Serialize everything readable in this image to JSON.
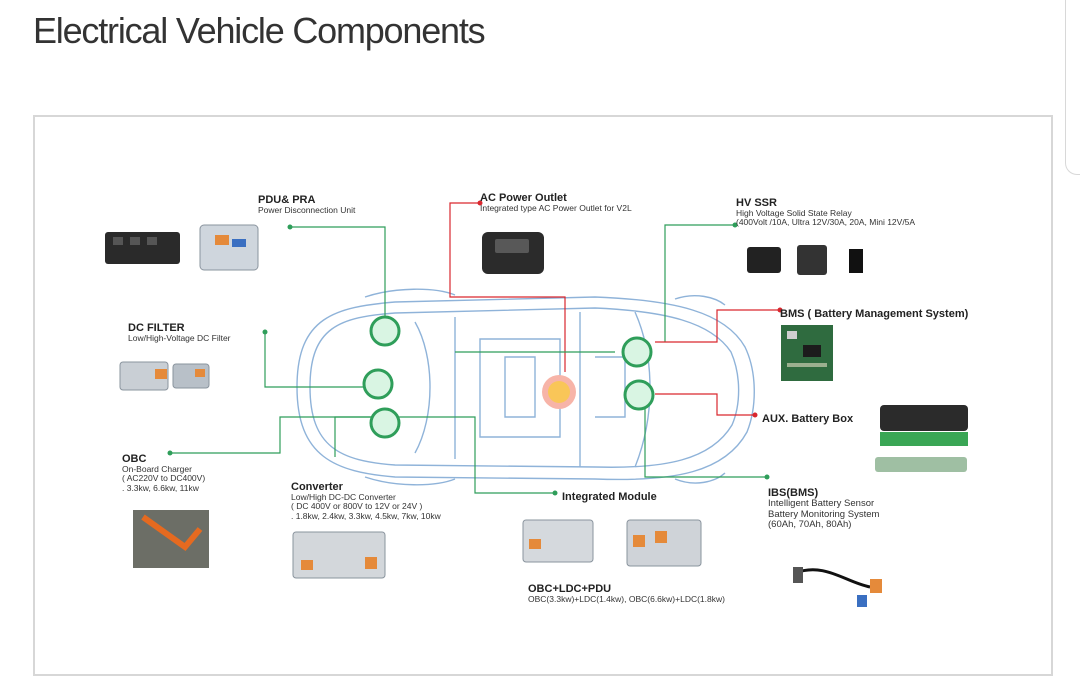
{
  "page": {
    "title": "Electrical Vehicle Components"
  },
  "colors": {
    "green": "#2f9e5a",
    "red": "#d9272e",
    "outline": "#8fb3d9",
    "circle_fill": "#d9f5e3"
  },
  "components": {
    "pdu": {
      "title": "PDU& PRA",
      "subtitle": "Power Disconnection Unit"
    },
    "ac_outlet": {
      "title": "AC Power Outlet",
      "subtitle": "Integrated type AC Power Outlet for V2L"
    },
    "hv_ssr": {
      "title": "HV SSR",
      "line1": "High Voltage Solid State Relay",
      "line2": "(400Volt /10A,  Ultra 12V/30A, 20A, Mini 12V/5A"
    },
    "bms": {
      "title": "BMS ( Battery Management System)"
    },
    "aux": {
      "title": "AUX. Battery Box"
    },
    "dc_filter": {
      "title": "DC FILTER",
      "subtitle": "Low/High-Voltage DC Filter"
    },
    "obc": {
      "title": "OBC",
      "line1": "On-Board Charger",
      "line2": "( AC220V to DC400V)",
      "line3": ". 3.3kw, 6.6kw, 11kw"
    },
    "converter": {
      "title": "Converter",
      "line1": "Low/High DC-DC Converter",
      "line2": "( DC 400V  or 800V to 12V or 24V )",
      "line3": ". 1.8kw, 2.4kw, 3.3kw, 4.5kw, 7kw, 10kw"
    },
    "integrated": {
      "title": "Integrated Module"
    },
    "obc_ldc": {
      "title": "OBC+LDC+PDU",
      "subtitle": "OBC(3.3kw)+LDC(1.4kw), OBC(6.6kw)+LDC(1.8kw)"
    },
    "ibs": {
      "title": "IBS(BMS)",
      "line1": "Intelligent Battery Sensor",
      "line2": "Battery Monitoring System",
      "line3": "(60Ah, 70Ah, 80Ah)"
    }
  }
}
